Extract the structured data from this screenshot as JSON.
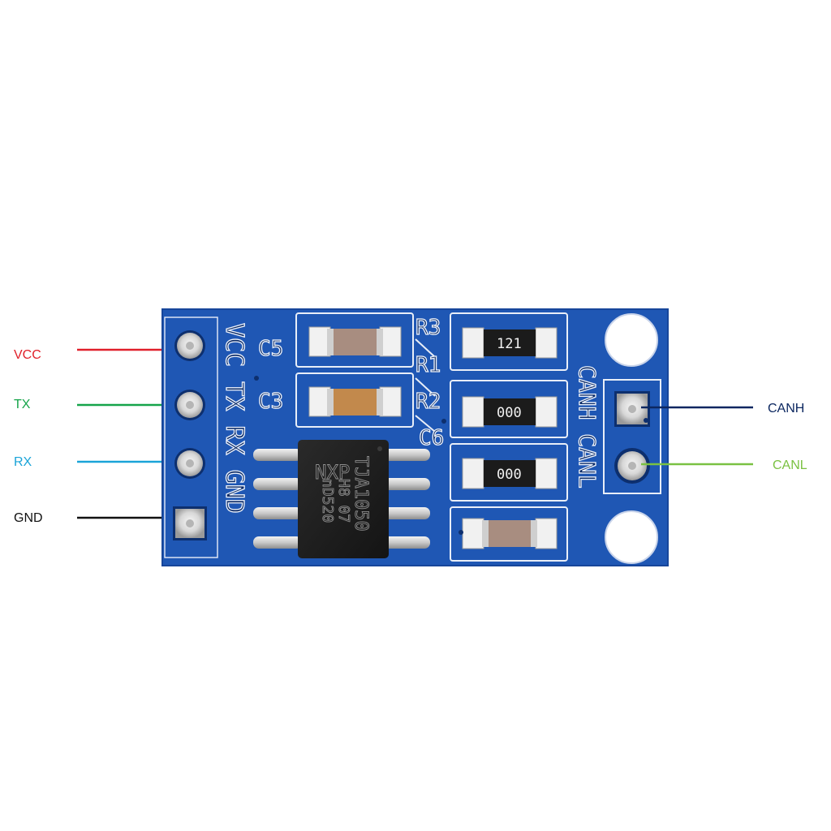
{
  "colors": {
    "board": "#1f57b4",
    "vcc": "#e0202a",
    "tx": "#16a44a",
    "rx": "#1aa4d8",
    "gnd": "#111111",
    "canh": "#0c2760",
    "canl": "#7ac142"
  },
  "left_pins": [
    {
      "label": "VCC",
      "color": "#e0202a"
    },
    {
      "label": "TX",
      "color": "#16a44a"
    },
    {
      "label": "RX",
      "color": "#1aa4d8"
    },
    {
      "label": "GND",
      "color": "#111111"
    }
  ],
  "right_pins": [
    {
      "label": "CANH",
      "color": "#0c2760"
    },
    {
      "label": "CANL",
      "color": "#7ac142"
    }
  ],
  "silkscreen": {
    "header_left": "VCC TX  RX GND",
    "header_right": "CANH CANL",
    "c5": "C5",
    "c3": "C3",
    "r3": "R3",
    "r1": "R1",
    "r2": "R2",
    "c6": "C6"
  },
  "chip": {
    "brand": "NXP",
    "part": "TJA1050",
    "line2": "H8 07",
    "line3": "nD520"
  },
  "resistor_codes": {
    "r3": "121",
    "r1": "000",
    "r2": "000"
  }
}
